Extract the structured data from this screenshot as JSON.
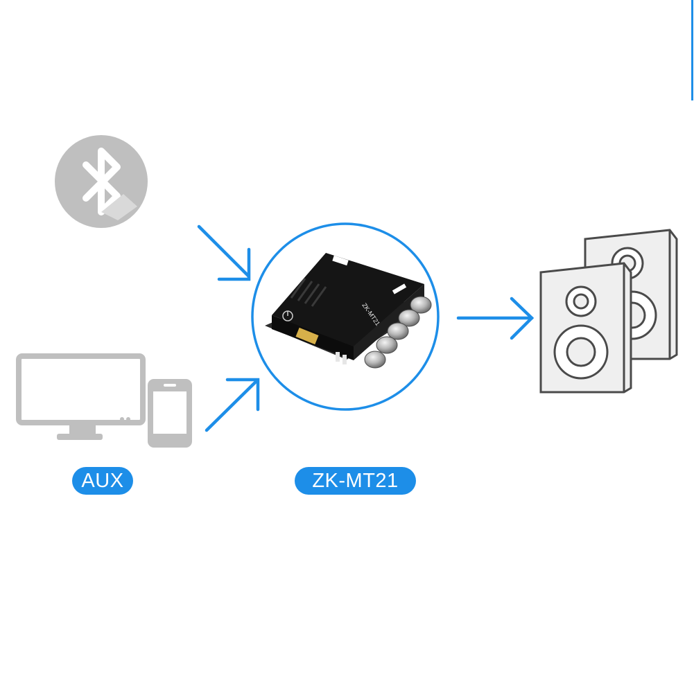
{
  "labels": {
    "source": "AUX",
    "device": "ZK-MT21"
  },
  "board": {
    "title": "ZK-MT21"
  },
  "colors": {
    "accent": "#1d8ee8",
    "icon_gray": "#bfbfbf",
    "speaker_fill": "#efefef",
    "speaker_stroke": "#4a4a4a",
    "board_black": "#151515"
  },
  "icons": [
    "bluetooth-icon",
    "monitor-icon",
    "phone-icon",
    "speaker-icon",
    "amplifier-board"
  ]
}
